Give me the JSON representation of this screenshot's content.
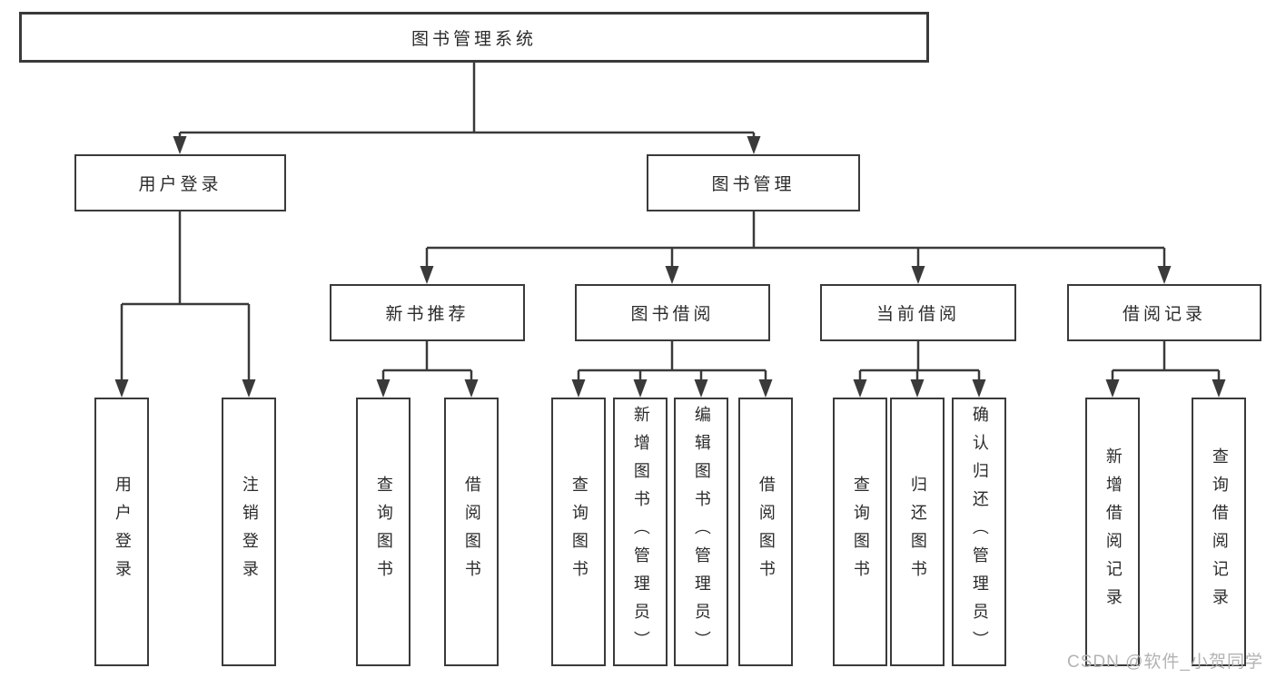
{
  "root": {
    "label": "图书管理系统"
  },
  "branches": [
    {
      "label": "用户登录",
      "children": [
        {
          "label": "用户登录"
        },
        {
          "label": "注销登录"
        }
      ]
    },
    {
      "label": "图书管理",
      "children": [
        {
          "label": "新书推荐",
          "children": [
            {
              "label": "查询图书"
            },
            {
              "label": "借阅图书"
            }
          ]
        },
        {
          "label": "图书借阅",
          "children": [
            {
              "label": "查询图书"
            },
            {
              "label": "新增图书（管理员）"
            },
            {
              "label": "编辑图书（管理员）"
            },
            {
              "label": "借阅图书"
            }
          ]
        },
        {
          "label": "当前借阅",
          "children": [
            {
              "label": "查询图书"
            },
            {
              "label": "归还图书"
            },
            {
              "label": "确认归还（管理员）"
            }
          ]
        },
        {
          "label": "借阅记录",
          "children": [
            {
              "label": "新增借阅记录"
            },
            {
              "label": "查询借阅记录"
            }
          ]
        }
      ]
    }
  ],
  "watermark": {
    "text": "CSDN @软件_小贺同学"
  },
  "colors": {
    "line": "#3a3a3a",
    "text": "#2b2b2b",
    "background": "#ffffff",
    "watermark": "#b3b3b3"
  }
}
